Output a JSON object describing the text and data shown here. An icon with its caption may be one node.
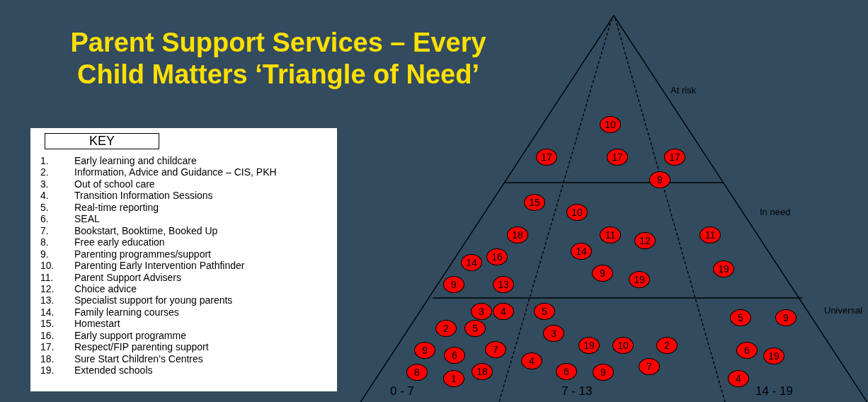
{
  "diagram": {
    "title": "Parent Support Services – Every Child Matters ‘Triangle of Need’",
    "nodes": [
      {
        "text": [
          "KEY"
        ]
      },
      {
        "text": [
          "10"
        ]
      },
      {
        "text": [
          "17"
        ]
      },
      {
        "text": [
          "17"
        ]
      },
      {
        "text": [
          "17"
        ]
      },
      {
        "text": [
          "9"
        ]
      },
      {
        "text": [
          "15"
        ]
      },
      {
        "text": [
          "10"
        ]
      },
      {
        "text": [
          "18"
        ]
      },
      {
        "text": [
          "11"
        ]
      },
      {
        "text": [
          "12"
        ]
      },
      {
        "text": [
          "11"
        ]
      },
      {
        "text": [
          "14"
        ]
      },
      {
        "text": [
          "16"
        ]
      },
      {
        "text": [
          "14"
        ]
      },
      {
        "text": [
          "19"
        ]
      },
      {
        "text": [
          "9"
        ]
      },
      {
        "text": [
          "19"
        ]
      },
      {
        "text": [
          "9"
        ]
      },
      {
        "text": [
          "13"
        ]
      },
      {
        "text": [
          "3"
        ]
      },
      {
        "text": [
          "4"
        ]
      },
      {
        "text": [
          "5"
        ]
      },
      {
        "text": [
          "5"
        ]
      },
      {
        "text": [
          "9"
        ]
      },
      {
        "text": [
          "2"
        ]
      },
      {
        "text": [
          "5"
        ]
      },
      {
        "text": [
          "3"
        ]
      },
      {
        "text": [
          "19"
        ]
      },
      {
        "text": [
          "10"
        ]
      },
      {
        "text": [
          "2"
        ]
      },
      {
        "text": [
          "9"
        ]
      },
      {
        "text": [
          "6"
        ]
      },
      {
        "text": [
          "7"
        ]
      },
      {
        "text": [
          "6"
        ]
      },
      {
        "text": [
          "19"
        ]
      },
      {
        "text": [
          "4"
        ]
      },
      {
        "text": [
          "8"
        ]
      },
      {
        "text": [
          "1"
        ]
      },
      {
        "text": [
          "18"
        ]
      },
      {
        "text": [
          "6"
        ]
      },
      {
        "text": [
          "9"
        ]
      },
      {
        "text": [
          "7"
        ]
      },
      {
        "text": [
          "4"
        ]
      }
    ],
    "labels": [
      "1.",
      "Early learning and childcare",
      "2.",
      "Information, Advice and Guidance – CIS, PKH",
      "3.",
      "Out of school care",
      "4.",
      "Transition Information Sessions",
      "5.",
      "Real-time reporting",
      "6.",
      "SEAL",
      "7.",
      "Bookstart, Booktime, Booked Up",
      "8.",
      "Free early education",
      "9.",
      "Parenting programmes/support",
      "10.",
      "Parenting Early Intervention Pathfinder",
      "11.",
      "Parent Support Advisers",
      "12.",
      "Choice advice",
      "13.",
      "Specialist support for young parents",
      "14.",
      "Family learning courses",
      "15.",
      "Homestart",
      "16.",
      "Early support programme",
      "17.",
      "Respect/FIP parenting support",
      "18.",
      "Sure Start Children’s Centres",
      "19.",
      "Extended schools",
      "At risk",
      "In need",
      "Universal",
      "0 - 7",
      "7 - 13",
      "14 - 19"
    ]
  }
}
